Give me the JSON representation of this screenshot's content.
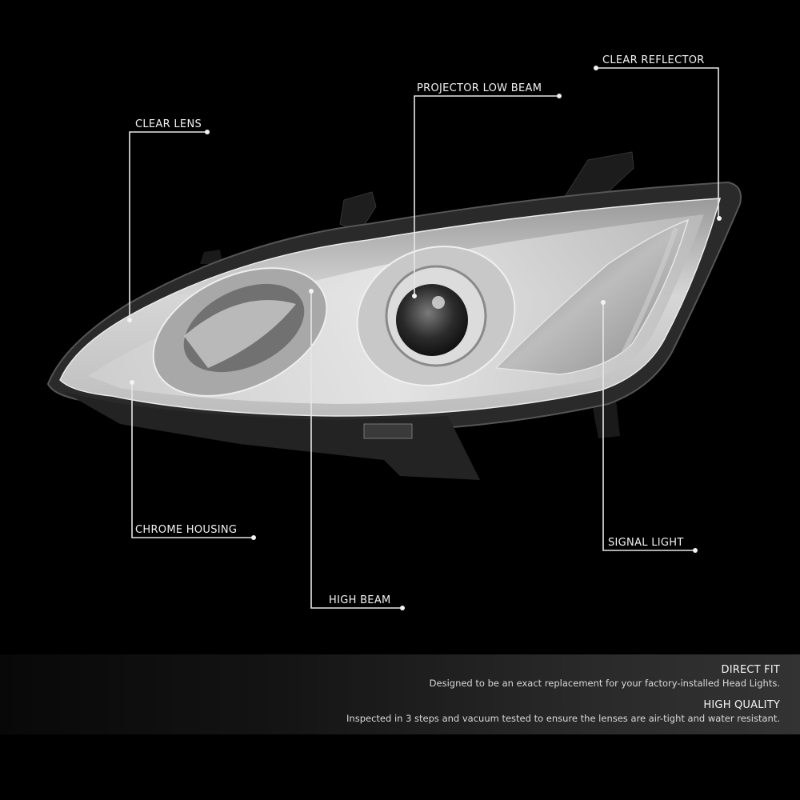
{
  "background_color": "#000000",
  "line_color": "#e6e6e6",
  "callouts": [
    {
      "id": "clear-lens",
      "label": "CLEAR LENS"
    },
    {
      "id": "projector-low-beam",
      "label": "PROJECTOR LOW BEAM"
    },
    {
      "id": "clear-reflector",
      "label": "CLEAR REFLECTOR"
    },
    {
      "id": "chrome-housing",
      "label": "CHROME HOUSING"
    },
    {
      "id": "high-beam",
      "label": "HIGH BEAM"
    },
    {
      "id": "signal-light",
      "label": "SIGNAL LIGHT"
    }
  ],
  "features": [
    {
      "title": "DIRECT FIT",
      "description": "Designed to be an exact replacement for your factory-installed Head Lights."
    },
    {
      "title": "HIGH QUALITY",
      "description": "Inspected in 3 steps and vacuum tested to ensure the lenses are air-tight and water resistant."
    }
  ]
}
